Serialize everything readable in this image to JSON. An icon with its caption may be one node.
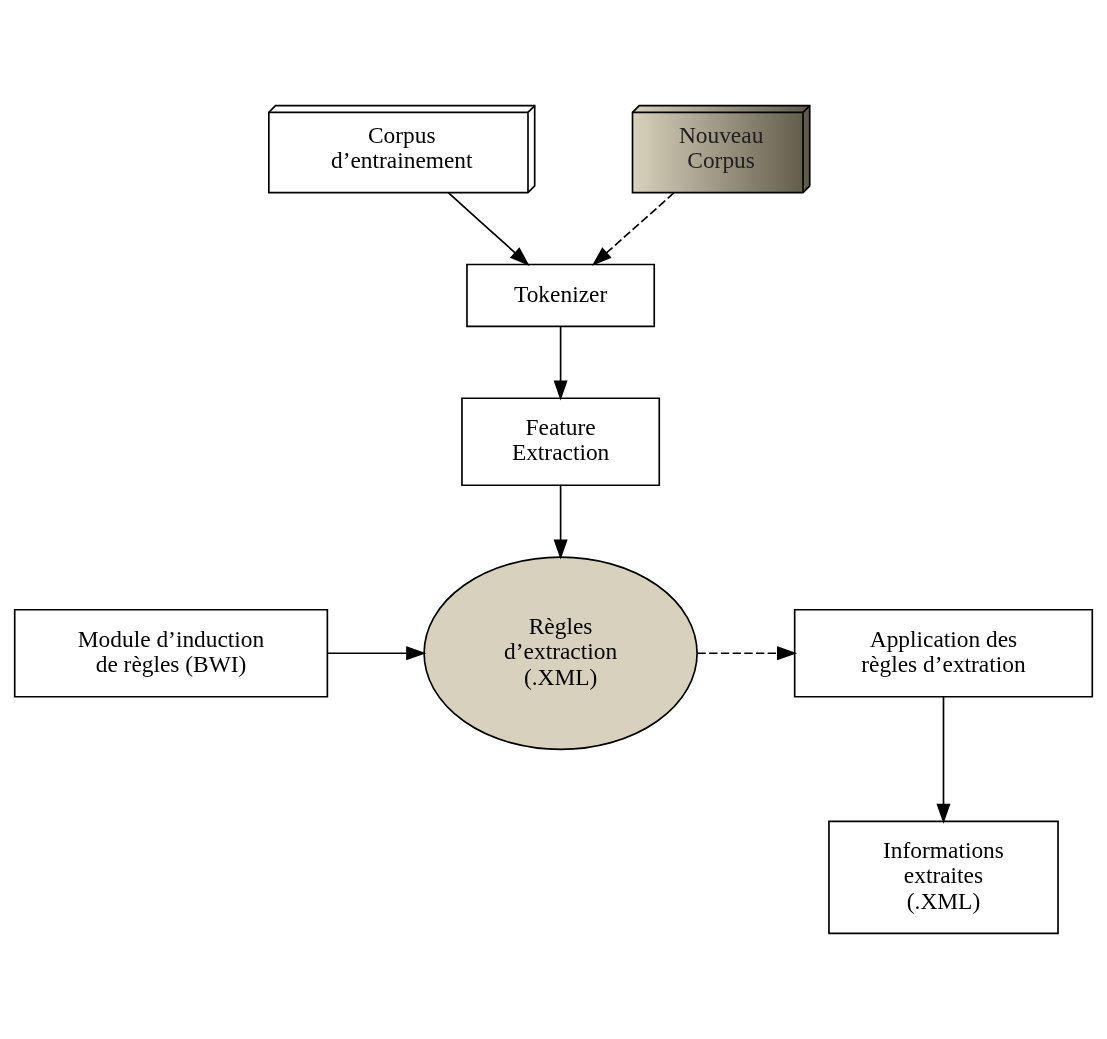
{
  "diagram": {
    "nodes": [
      {
        "text": [
          "Corpus d’entrainement"
        ]
      },
      {
        "text": [
          "Nouveau Corpus"
        ]
      },
      {
        "text": [
          "Tokenizer"
        ]
      },
      {
        "text": [
          "Feature Extraction"
        ]
      },
      {
        "text": [
          "Module d’induction de règles (BWI)"
        ]
      },
      {
        "text": [
          "Règles d’extraction (.XML)"
        ]
      },
      {
        "text": [
          "Application des règles d’extration"
        ]
      },
      {
        "text": [
          "Informations extraites (.XML)"
        ]
      }
    ],
    "edges": [
      {
        "from": 0,
        "to": 2,
        "arrow": "to"
      },
      {
        "from": 1,
        "to": 2,
        "arrow": "to",
        "style": "dashed"
      },
      {
        "from": 2,
        "to": 3,
        "arrow": "to"
      },
      {
        "from": 3,
        "to": 5,
        "arrow": "to"
      },
      {
        "from": 4,
        "to": 5,
        "arrow": "to"
      },
      {
        "from": 5,
        "to": 6,
        "arrow": "to",
        "style": "dashed"
      },
      {
        "from": 6,
        "to": 7,
        "arrow": "to"
      }
    ]
  }
}
